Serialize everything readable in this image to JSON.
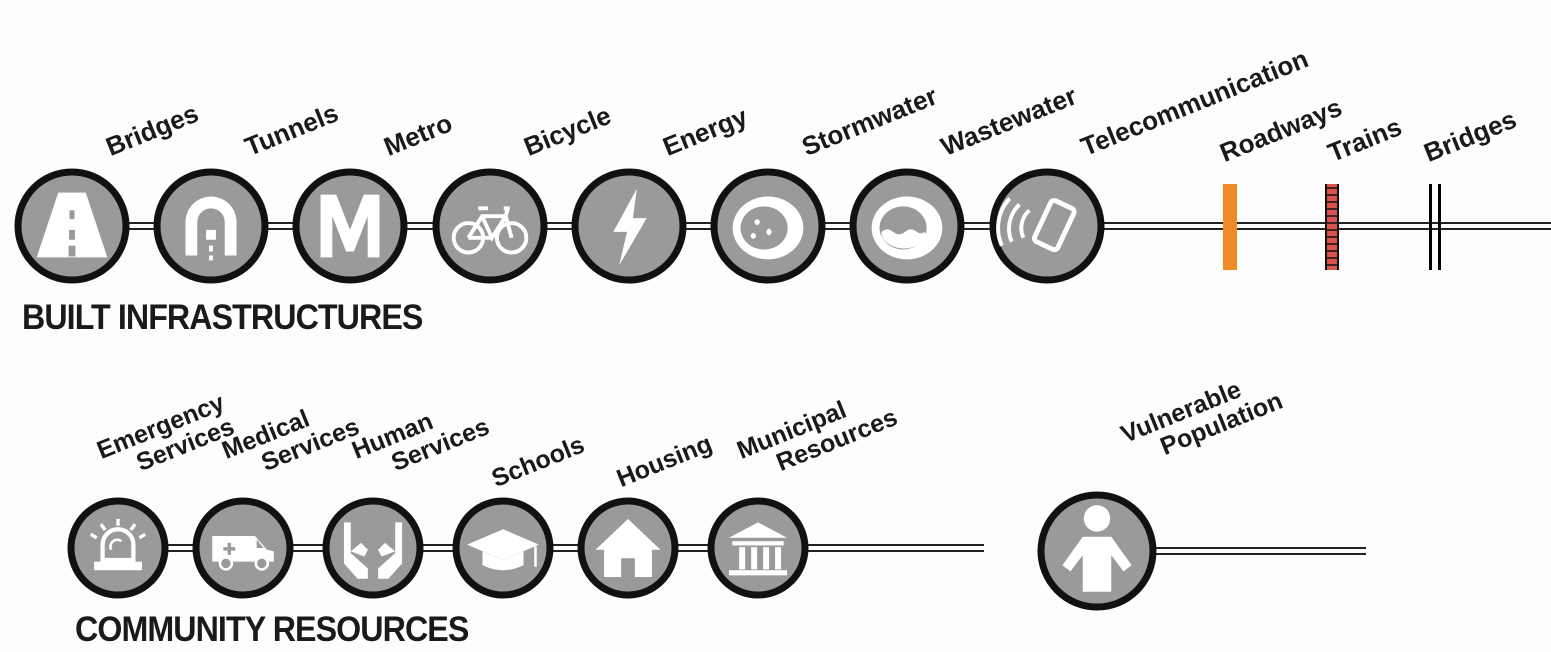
{
  "built": {
    "heading": "BUILT INFRASTRUCTURES",
    "nodes": [
      {
        "label": "Bridges",
        "icon": "bridge-road-icon"
      },
      {
        "label": "Tunnels",
        "icon": "tunnel-icon"
      },
      {
        "label": "Metro",
        "icon": "metro-m-icon"
      },
      {
        "label": "Bicycle",
        "icon": "bicycle-icon"
      },
      {
        "label": "Energy",
        "icon": "lightning-bolt-icon"
      },
      {
        "label": "Stormwater",
        "icon": "stormwater-pipe-icon"
      },
      {
        "label": "Wastewater",
        "icon": "wastewater-pipe-icon"
      },
      {
        "label": "Telecommunication",
        "icon": "smartphone-signal-icon"
      }
    ],
    "markers": [
      {
        "label": "Roadways",
        "style": "orange-bar",
        "color": "#f08a24"
      },
      {
        "label": "Trains",
        "style": "rail-bar",
        "color": "#d9534f"
      },
      {
        "label": "Bridges",
        "style": "double-black-bar",
        "color": "#000000"
      }
    ]
  },
  "community": {
    "heading": "COMMUNITY RESOURCES",
    "nodes": [
      {
        "lines": [
          "Emergency",
          "Services"
        ],
        "icon": "siren-icon"
      },
      {
        "lines": [
          "Medical",
          "Services"
        ],
        "icon": "ambulance-icon"
      },
      {
        "lines": [
          "Human",
          "Services"
        ],
        "icon": "caring-hands-icon"
      },
      {
        "lines": [
          "Schools"
        ],
        "icon": "graduation-cap-icon"
      },
      {
        "lines": [
          "Housing"
        ],
        "icon": "house-icon"
      },
      {
        "lines": [
          "Municipal",
          "Resources"
        ],
        "icon": "municipal-building-icon"
      }
    ]
  },
  "vulnerable": {
    "lines": [
      "Vulnerable",
      "Population"
    ],
    "icon": "person-icon"
  },
  "colors": {
    "circle_fill": "#9a9a9a",
    "circle_stroke": "#111111",
    "icon": "#ffffff",
    "rail": "#222222"
  }
}
